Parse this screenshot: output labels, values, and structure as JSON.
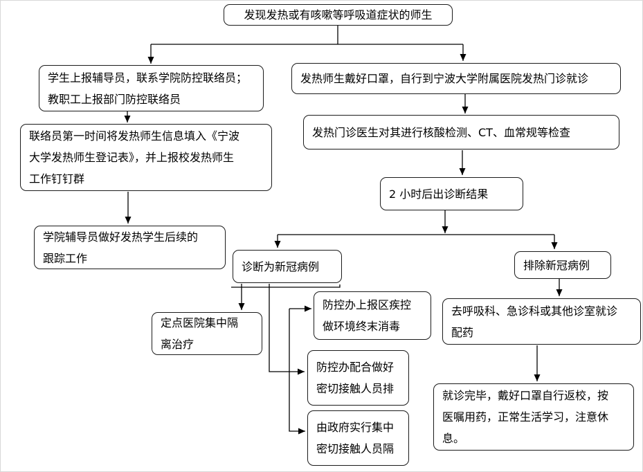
{
  "diagram": {
    "type": "flowchart",
    "language": "zh-CN",
    "topic": "发热师生处置流程"
  },
  "colors": {
    "background": "#ffffff",
    "box_fill": "#ffffff",
    "box_border": "#1a1a1a",
    "text": "#000000",
    "connector": "#000000"
  },
  "nodes": {
    "start": {
      "text": "发现发热或有咳嗽等呼吸道症状的师生"
    },
    "report_contact": {
      "text": "学生上报辅导员，联系学院防控联络员；\n教职工上报部门防控联络员"
    },
    "fill_form": {
      "text": "联络员第一时间将发热师生信息填入《宁波\n大学发热师生登记表》，并上报校发热师生\n工作钉钉群"
    },
    "follow_up": {
      "text": "学院辅导员做好发热学生后续的\n跟踪工作"
    },
    "go_hospital": {
      "text": "发热师生戴好口罩，自行到宁波大学附属医院发热门诊就诊"
    },
    "tests": {
      "text": "发热门诊医生对其进行核酸检测、CT、血常规等检查"
    },
    "result_2h": {
      "text": "2 小时后出诊断结果"
    },
    "diagnosed": {
      "text": "诊断为新冠病例"
    },
    "excluded": {
      "text": "排除新冠病例"
    },
    "designated_hospital": {
      "text": "定点医院集中隔\n离治疗"
    },
    "report_cdc": {
      "text": "防控办上报区疾控\n做环境终末消毒"
    },
    "close_contacts": {
      "text": "防控办配合做好\n密切接触人员排"
    },
    "gov_quarantine": {
      "text": "由政府实行集中\n密切接触人员隔"
    },
    "other_clinic": {
      "text": "去呼吸科、急诊科或其他诊室就诊\n配药"
    },
    "return_school": {
      "text": "就诊完毕，戴好口罩自行返校，按\n医嘱用药，正常生活学习，注意休\n息。"
    }
  }
}
